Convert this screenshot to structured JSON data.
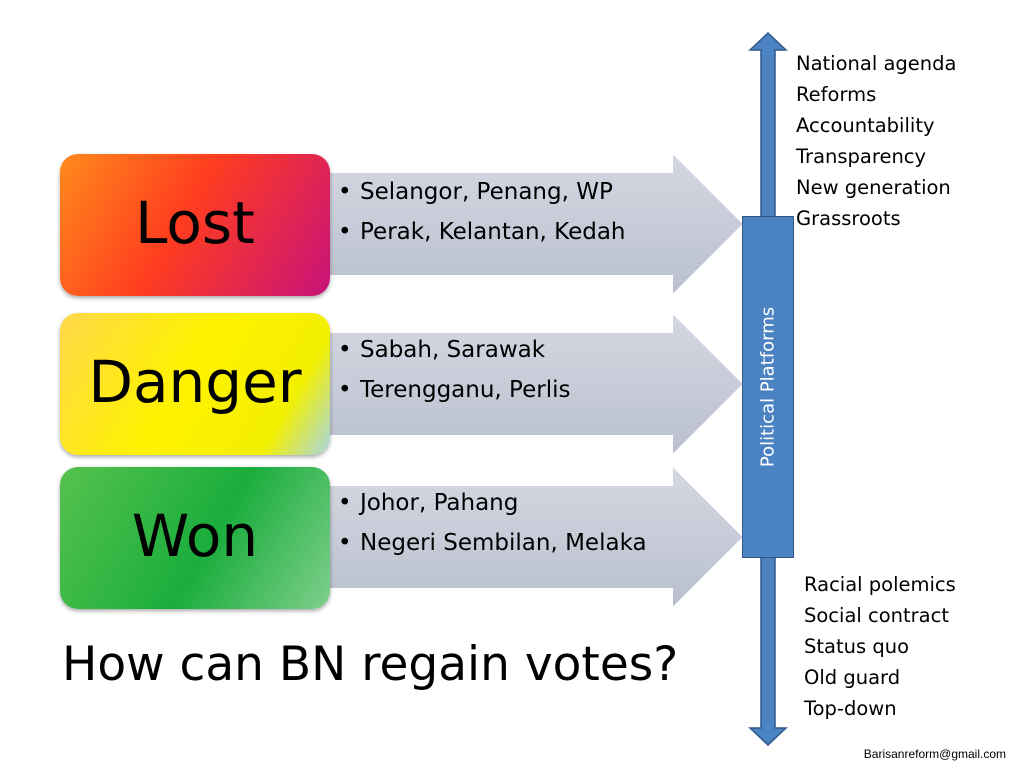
{
  "categories": [
    {
      "label": "Lost",
      "items": [
        "Selangor, Penang, WP",
        "Perak, Kelantan, Kedah"
      ]
    },
    {
      "label": "Danger",
      "items": [
        "Sabah, Sarawak",
        "Terengganu, Perlis"
      ]
    },
    {
      "label": "Won",
      "items": [
        "Johor, Pahang",
        "Negeri Sembilan, Melaka"
      ]
    }
  ],
  "axis": {
    "label": "Political Platforms",
    "top_items": [
      "National agenda",
      "Reforms",
      "Accountability",
      "Transparency",
      "New generation",
      "Grassroots"
    ],
    "bottom_items": [
      "Racial polemics",
      "Social contract",
      "Status quo",
      "Old guard",
      "Top-down"
    ]
  },
  "question": "How can BN regain votes?",
  "email": "Barisanreform@gmail.com",
  "colors": {
    "arrow_fill": "#c9ced9",
    "axis_blue": "#4b82c2",
    "lost": "#ff3d1f",
    "danger": "#fff200",
    "won": "#1aad3c"
  }
}
